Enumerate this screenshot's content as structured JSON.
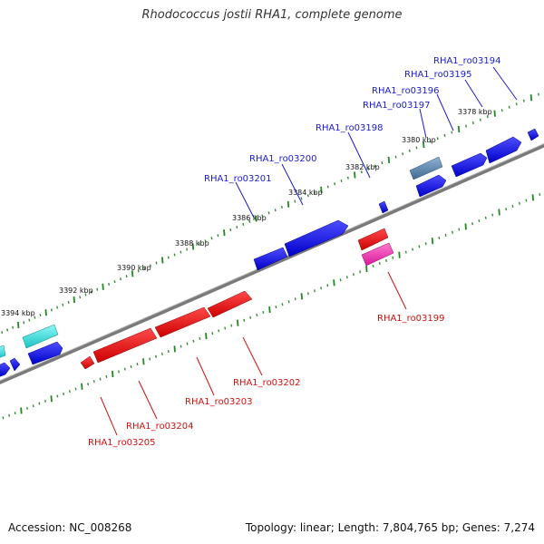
{
  "title": "Rhodococcus jostii RHA1, complete genome",
  "footer": {
    "accession": "Accession: NC_008268",
    "summary": "Topology: linear; Length: 7,804,765 bp; Genes: 7,274"
  },
  "colors": {
    "forward_strand": "#0000ee",
    "reverse_strand": "#ee0000",
    "backbone": "#777777",
    "tick": "#228822",
    "forward_label": "#1a1acc",
    "reverse_label": "#cc1111"
  },
  "ticks": [
    {
      "label": "3378 kbp"
    },
    {
      "label": "3380 kbp"
    },
    {
      "label": "3382 kbp"
    },
    {
      "label": "3384 kbp"
    },
    {
      "label": "3386 kbp"
    },
    {
      "label": "3388 kbp"
    },
    {
      "label": "3390 kbp"
    },
    {
      "label": "3392 kbp"
    },
    {
      "label": "3394 kbp"
    }
  ],
  "forward_labels": [
    {
      "text": "RHA1_ro03194"
    },
    {
      "text": "RHA1_ro03195"
    },
    {
      "text": "RHA1_ro03196"
    },
    {
      "text": "RHA1_ro03197"
    },
    {
      "text": "RHA1_ro03198"
    },
    {
      "text": "RHA1_ro03200"
    },
    {
      "text": "RHA1_ro03201"
    }
  ],
  "reverse_labels": [
    {
      "text": "RHA1_ro03199"
    },
    {
      "text": "RHA1_ro03202"
    },
    {
      "text": "RHA1_ro03203"
    },
    {
      "text": "RHA1_ro03204"
    },
    {
      "text": "RHA1_ro03205"
    }
  ]
}
